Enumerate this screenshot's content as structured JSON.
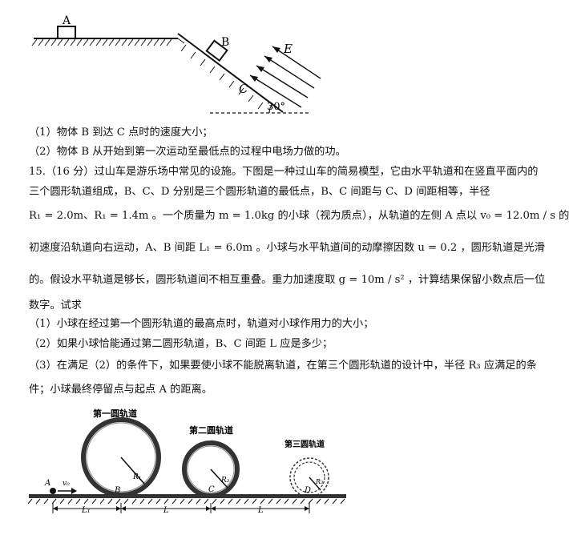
{
  "fig1": {
    "label_a": "A",
    "label_b": "B",
    "label_c": "C",
    "label_e": "E",
    "angle": "30°"
  },
  "q14": {
    "p1": "（1）物体 B 到达 C 点时的速度大小；",
    "p2": "（2）物体 B 从开始到第一次运动至最低点的过程中电场力做的功。"
  },
  "q15": {
    "l1": "15.（16 分）过山车是游乐场中常见的设施。下图是一种过山车的简易模型，它由水平轨道和在竖直平面内的",
    "l2": "三个圆形轨道组成，B、C、D 分别是三个圆形轨道的最低点，B、C 间距与 C、D 间距相等，半径",
    "l3": "R₁ = 2.0m、R₁ = 1.4m 。一个质量为 m = 1.0kg 的小球（视为质点），从轨道的左侧 A 点以 v₀ = 12.0m / s 的",
    "l4": "初速度沿轨道向右运动，A、B 间距 L₁ = 6.0m 。小球与水平轨道间的动摩擦因数 u = 0.2 ，圆形轨道是光滑",
    "l5": "的。假设水平轨道是够长，圆形轨道间不相互重叠。重力加速度取 g = 10m / s² ，计算结果保留小数点后一位",
    "l6": "数字。试求",
    "s1": "（1）小球在经过第一个圆形轨道的最高点时，轨道对小球作用力的大小；",
    "s2": "（2）如果小球恰能通过第二圆形轨道，B、C 间距 L 应是多少；",
    "s3a": "（3）在满足（2）的条件下，如果要使小球不能脱离轨道，在第三个圆形轨道的设计中，半径 R₃ 应满足的条",
    "s3b": "件；小球最终停留点与起点 A 的距离。"
  },
  "fig2": {
    "loop1": "第一圆轨道",
    "loop2": "第二圆轨道",
    "loop3": "第三圆轨道",
    "label_a": "A",
    "label_v0": "v₀",
    "label_b": "B",
    "label_c": "C",
    "label_d": "D",
    "label_r1": "R₁",
    "label_r2": "R₂",
    "label_r3": "R₃",
    "label_l1": "L₁",
    "label_l": "L",
    "label_l_second": "L"
  }
}
